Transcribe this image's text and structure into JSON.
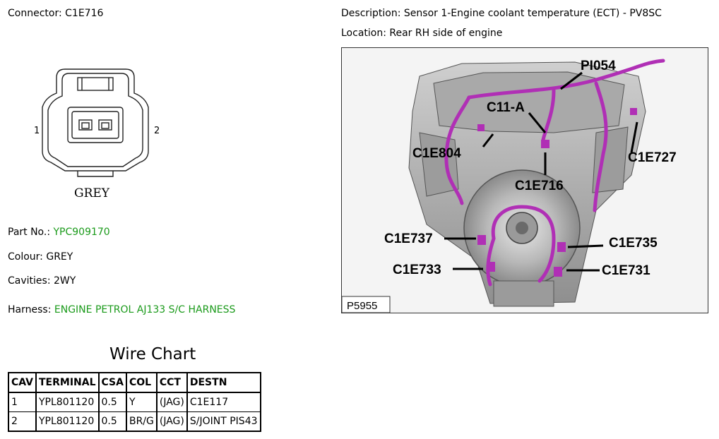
{
  "connector": {
    "label": "Connector:",
    "value": "C1E716"
  },
  "description": {
    "label": "Description:",
    "value": "Sensor 1-Engine coolant temperature (ECT) - PV8SC"
  },
  "location": {
    "label": "Location:",
    "value": "Rear RH side of engine"
  },
  "connector_diagram": {
    "pin_left": "1",
    "pin_right": "2",
    "color_label": "GREY"
  },
  "part_no": {
    "label": "Part No.:",
    "value": "YPC909170"
  },
  "colour": {
    "label": "Colour:",
    "value": "GREY"
  },
  "cavities": {
    "label": "Cavities:",
    "value": "2WY"
  },
  "harness": {
    "label": "Harness:",
    "value": "ENGINE PETROL AJ133 S/C HARNESS"
  },
  "wire_chart": {
    "title": "Wire Chart",
    "columns": [
      "CAV",
      "TERMINAL",
      "CSA",
      "COL",
      "CCT",
      "DESTN"
    ],
    "rows": [
      [
        "1",
        "YPL801120",
        "0.5",
        "Y",
        "(JAG)",
        "C1E117"
      ],
      [
        "2",
        "YPL801120",
        "0.5",
        "BR/G",
        "(JAG)",
        "S/JOINT PIS43"
      ]
    ]
  },
  "engine_image": {
    "picture_id": "P5955",
    "callouts": [
      "PI054",
      "C11-A",
      "C1E804",
      "C1E727",
      "C1E716",
      "C1E737",
      "C1E735",
      "C1E733",
      "C1E731"
    ]
  },
  "colors": {
    "link_green": "#1a9a1a",
    "harness_purple": "#b02fb5"
  }
}
